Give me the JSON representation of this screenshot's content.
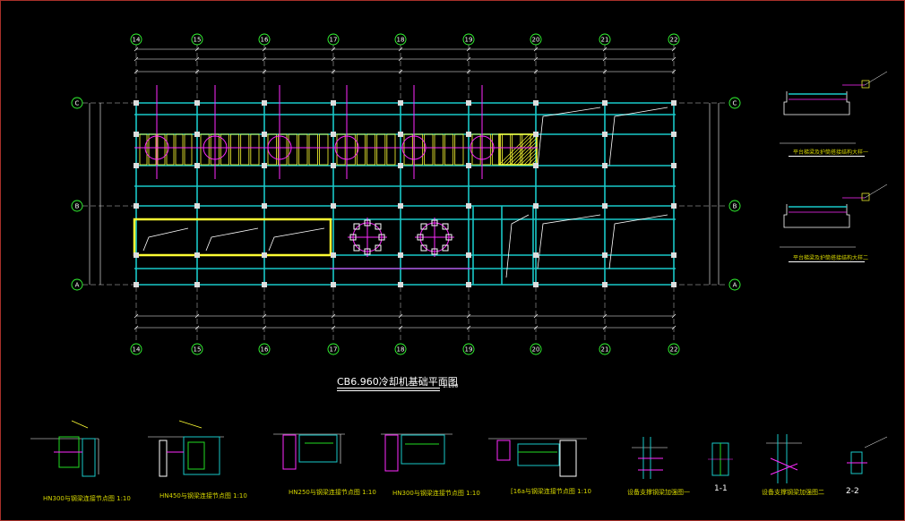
{
  "plan": {
    "title": "CB6.960冷却机基础平面图",
    "scale": "1:100",
    "top_axes": [
      "14",
      "15",
      "16",
      "17",
      "18",
      "19",
      "20",
      "21",
      "22"
    ],
    "side_axes": [
      "C",
      "B",
      "A"
    ]
  },
  "right_details": [
    {
      "caption": "平台梯梁及护筒搭接结构大样一"
    },
    {
      "caption": "平台梯梁及护筒搭接结构大样二"
    }
  ],
  "bottom_details": [
    {
      "caption": "HN300与钢梁连接节点图",
      "scale": "1:10"
    },
    {
      "caption": "HN450与钢梁连接节点图",
      "scale": "1:10"
    },
    {
      "caption": "HN250与钢梁连接节点图",
      "scale": "1:10"
    },
    {
      "caption": "HN300与钢梁连接节点图",
      "scale": "1:10"
    },
    {
      "caption": "[16a与钢梁连接节点图",
      "scale": "1:10"
    },
    {
      "caption": "设备支撑钢梁加强图一",
      "scale": ""
    },
    {
      "caption": "1-1",
      "scale": ""
    },
    {
      "caption": "设备支撑钢梁加强图二",
      "scale": ""
    },
    {
      "caption": "2-2",
      "scale": ""
    }
  ],
  "colors": {
    "background": "#000000",
    "frame": "#a8302a",
    "beam": "#19c9c9",
    "highlight": "#ffff33",
    "magenta": "#ff2aff",
    "dimension": "#ffffff",
    "axis": "#33ff33",
    "green": "#22dd22"
  }
}
